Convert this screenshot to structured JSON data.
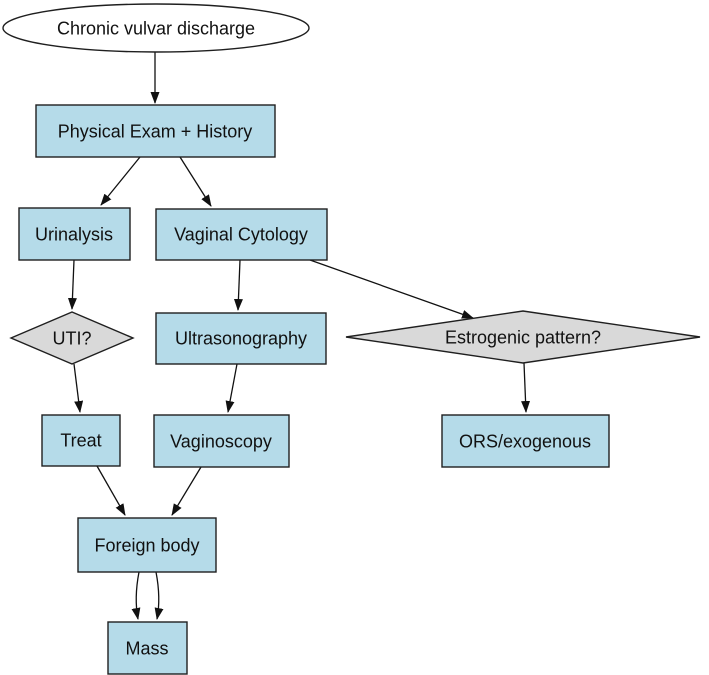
{
  "figure": {
    "type": "flowchart",
    "background": "#ffffff",
    "colors": {
      "process_fill": "#b5dbe9",
      "decision_fill": "#d9d9d9",
      "terminal_fill": "#ffffff",
      "border": "#1f1f1f",
      "edge": "#111111",
      "text": "#111111"
    },
    "nodes": [
      {
        "id": "start",
        "shape": "ellipse",
        "label": "Chronic vulvar discharge"
      },
      {
        "id": "exam",
        "shape": "rect",
        "label": "Physical Exam + History"
      },
      {
        "id": "urinalysis",
        "shape": "rect",
        "label": "Urinalysis"
      },
      {
        "id": "cytology",
        "shape": "rect",
        "label": "Vaginal Cytology"
      },
      {
        "id": "uti",
        "shape": "diamond",
        "label": "UTI?"
      },
      {
        "id": "ultrasonography",
        "shape": "rect",
        "label": "Ultrasonography"
      },
      {
        "id": "estrogenic",
        "shape": "diamond",
        "label": "Estrogenic pattern?"
      },
      {
        "id": "treat",
        "shape": "rect",
        "label": "Treat"
      },
      {
        "id": "vaginoscopy",
        "shape": "rect",
        "label": "Vaginoscopy"
      },
      {
        "id": "ors",
        "shape": "rect",
        "label": "ORS/exogenous"
      },
      {
        "id": "foreign_body",
        "shape": "rect",
        "label": "Foreign body"
      },
      {
        "id": "mass",
        "shape": "rect",
        "label": "Mass"
      }
    ],
    "edges": [
      {
        "from": "start",
        "to": "exam"
      },
      {
        "from": "exam",
        "to": "urinalysis"
      },
      {
        "from": "exam",
        "to": "cytology"
      },
      {
        "from": "urinalysis",
        "to": "uti"
      },
      {
        "from": "cytology",
        "to": "ultrasonography"
      },
      {
        "from": "cytology",
        "to": "estrogenic"
      },
      {
        "from": "uti",
        "to": "treat"
      },
      {
        "from": "ultrasonography",
        "to": "vaginoscopy"
      },
      {
        "from": "estrogenic",
        "to": "ors"
      },
      {
        "from": "treat",
        "to": "foreign_body"
      },
      {
        "from": "vaginoscopy",
        "to": "foreign_body"
      },
      {
        "from": "foreign_body",
        "to": "mass"
      },
      {
        "from": "foreign_body",
        "to": "mass"
      }
    ]
  }
}
